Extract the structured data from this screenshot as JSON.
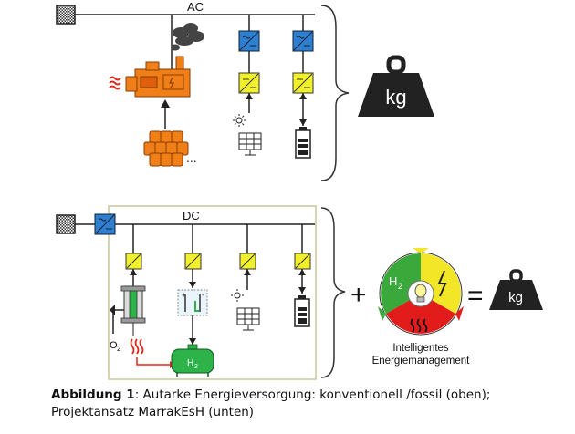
{
  "top": {
    "bus_label": "AC"
  },
  "bottom": {
    "bus_label": "DC",
    "o2_label": "O",
    "o2_sub": "2",
    "h2_tank_label": "H",
    "h2_tank_sub": "2"
  },
  "weight": {
    "top_label": "kg",
    "bottom_label": "kg"
  },
  "ems": {
    "h2_label": "H",
    "h2_sub": "2",
    "title_line1": "Intelligentes",
    "title_line2": "Energiemanagement"
  },
  "symbols": {
    "plus": "+",
    "equals": "=",
    "ellipsis": "..."
  },
  "caption": {
    "label": "Abbildung 1",
    "line1": ":  Autarke Energieversorgung: konventionell /fossil (oben);",
    "line2": "Projektansatz MarrakEsH (unten)"
  },
  "colors": {
    "generator": "#f07f1a",
    "converter_blue": "#2f7fd0",
    "converter_yellow": "#f1f02a",
    "tank_green": "#2db34a",
    "ems_green": "#3aa83a",
    "ems_yellow": "#f2e626",
    "ems_red": "#e21b1b",
    "heat_red": "#e0281c",
    "box_border": "#c8c79a"
  }
}
